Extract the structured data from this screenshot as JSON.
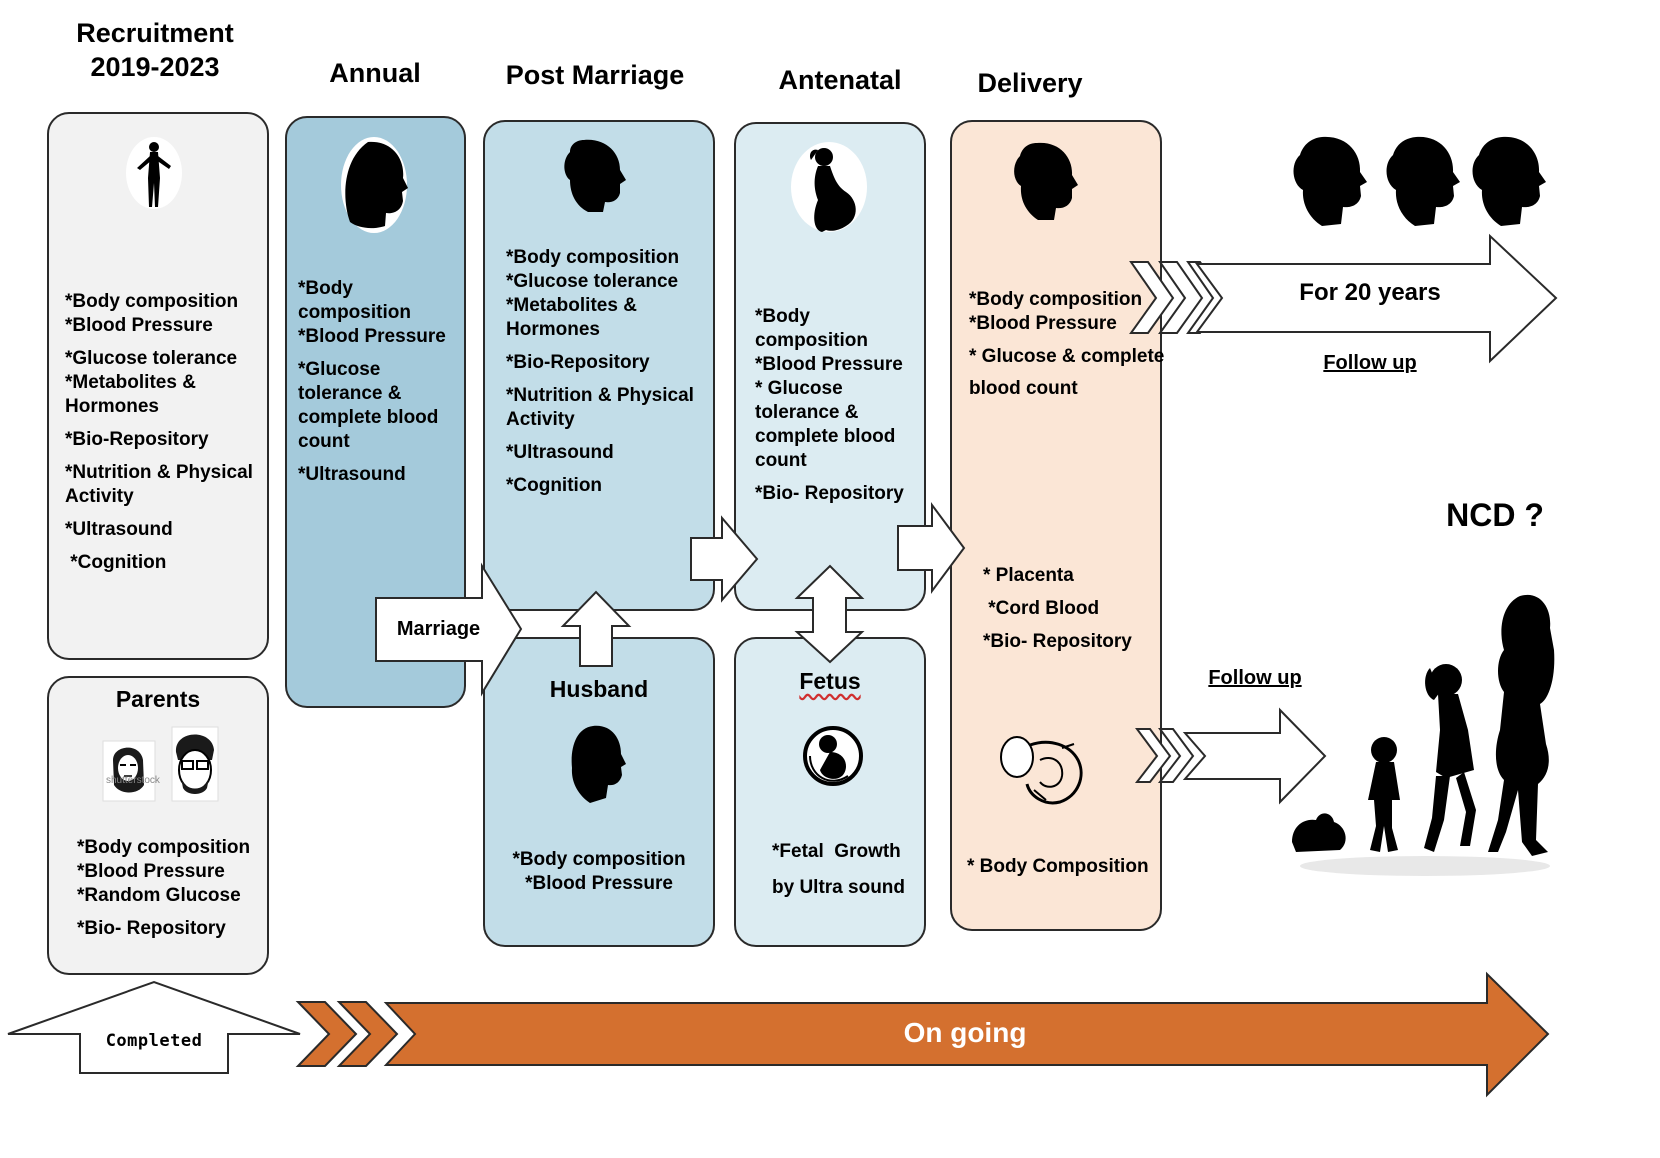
{
  "headers": {
    "recruitment": "Recruitment\n2019-2023",
    "annual": "Annual",
    "post_marriage": "Post Marriage",
    "antenatal": "Antenatal",
    "delivery": "Delivery"
  },
  "recruitment_items": [
    "*Body composition\n*Blood Pressure",
    "*Glucose tolerance\n*Metabolites &\nHormones",
    "*Bio-Repository",
    "*Nutrition & Physical\nActivity",
    "*Ultrasound",
    " *Cognition"
  ],
  "annual_items": [
    "*Body\ncomposition\n*Blood Pressure",
    "*Glucose\ntolerance &\ncomplete blood\ncount",
    "*Ultrasound"
  ],
  "post_marriage_items": [
    "*Body composition\n*Glucose tolerance\n*Metabolites &\nHormones",
    "*Bio-Repository",
    "*Nutrition & Physical\nActivity",
    "*Ultrasound",
    "*Cognition"
  ],
  "antenatal_items": [
    "*Body\ncomposition\n*Blood Pressure\n* Glucose\ntolerance &\ncomplete blood\ncount",
    "*Bio- Repository"
  ],
  "delivery_items_top": [
    "*Body composition\n*Blood Pressure",
    "* Glucose & complete",
    "blood count"
  ],
  "delivery_items_mid": [
    "* Placenta",
    " *Cord Blood",
    "*Bio- Repository"
  ],
  "delivery_items_bottom": [
    "* Body Composition"
  ],
  "parents": {
    "title": "Parents",
    "items": [
      "*Body composition\n*Blood Pressure\n*Random Glucose",
      "*Bio- Repository"
    ],
    "watermark": "shutterstock"
  },
  "husband": {
    "title": "Husband",
    "items": [
      "*Body composition\n*Blood Pressure"
    ]
  },
  "fetus": {
    "title": "Fetus",
    "items": [
      "*Fetal  Growth",
      "by Ultra sound"
    ]
  },
  "arrows": {
    "marriage": "Marriage",
    "for_20_years": "For 20 years",
    "follow_up_top": "Follow up",
    "follow_up_bottom": "Follow up",
    "ncd": "NCD ?",
    "completed": "Completed",
    "ongoing": "On going"
  },
  "colors": {
    "recruitment_bg": "#f2f2f2",
    "annual_bg": "#a4cadb",
    "post_marriage_bg": "#c2dde8",
    "antenatal_bg": "#dcecf2",
    "delivery_bg": "#fbe6d6",
    "ongoing_arrow": "#d4702f",
    "outline": "#2a2a2a"
  }
}
